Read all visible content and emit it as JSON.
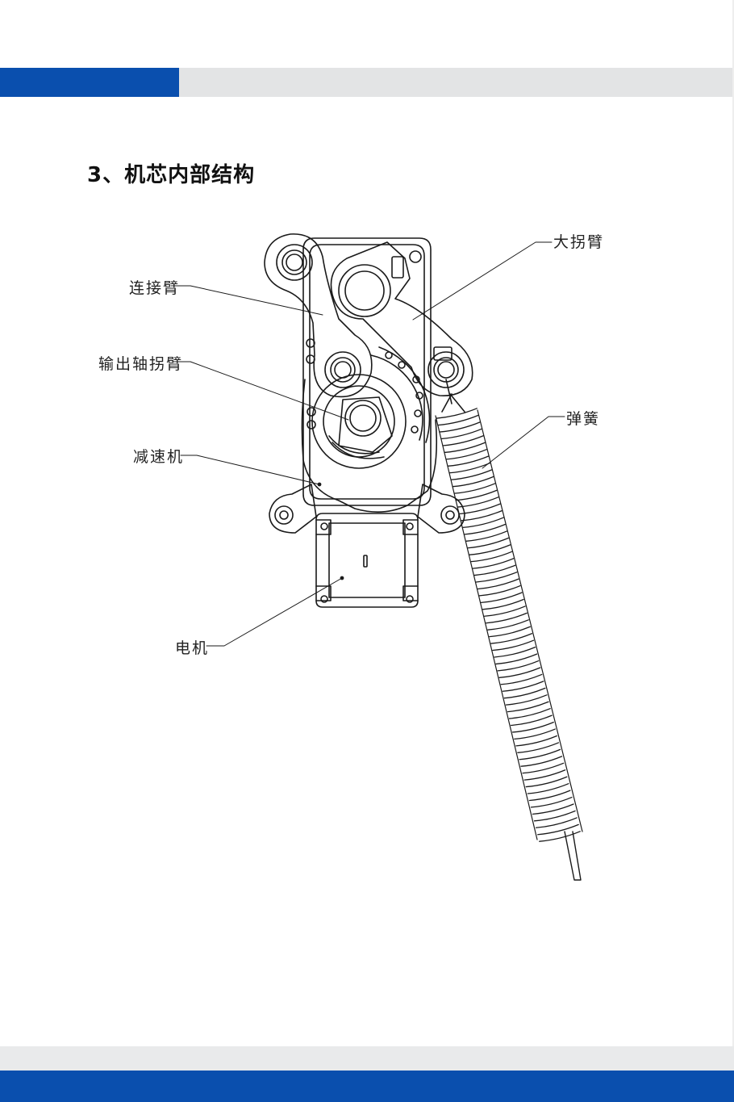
{
  "section_title": "3、机芯内部结构",
  "labels": {
    "large_crank_arm": "大拐臂",
    "connecting_arm": "连接臂",
    "output_shaft_crank_arm": "输出轴拐臂",
    "spring": "弹簧",
    "reducer": "减速机",
    "motor": "电机"
  },
  "colors": {
    "brand_blue": "#0a4fae",
    "header_grey": "#e3e4e5",
    "line": "#1a1a1a"
  }
}
